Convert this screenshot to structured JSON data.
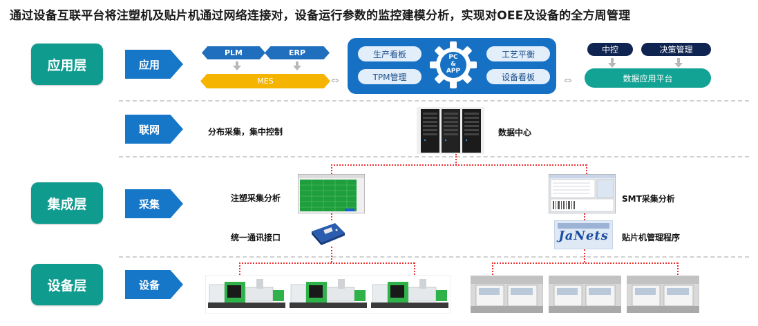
{
  "title": "通过设备互联平台将注塑机及贴片机通过网络连接对，设备运行参数的监控建模分析，实现对OEE及设备的全方周管理",
  "layers": {
    "app": "应用层",
    "integration": "集成层",
    "device": "设备层"
  },
  "rows": {
    "app": "应用",
    "network": "联网",
    "collect": "采集",
    "device": "设备"
  },
  "app_row": {
    "plm": "PLM",
    "erp": "ERP",
    "mes": "MES",
    "hub_center": "PC\n&\nAPP",
    "hub_left_top": "生产看板",
    "hub_left_bottom": "TPM管理",
    "hub_right_top": "工艺平衡",
    "hub_right_bottom": "设备看板",
    "control": "中控",
    "decision": "决策管理",
    "data_platform": "数据应用平台"
  },
  "network_row": {
    "distributed": "分布采集，集中控制",
    "datacenter": "数据中心"
  },
  "collect_row": {
    "molding_analysis": "注塑采集分析",
    "unified_interface": "统一通讯接口",
    "smt_analysis": "SMT采集分析",
    "smt_program": "贴片机管理程序",
    "janets_logo": "JaNets"
  },
  "colors": {
    "teal": "#0f9b8e",
    "blue": "#1677c8",
    "yellow": "#f5b400",
    "navy": "#0f2450",
    "red_dots": "#e33333"
  }
}
